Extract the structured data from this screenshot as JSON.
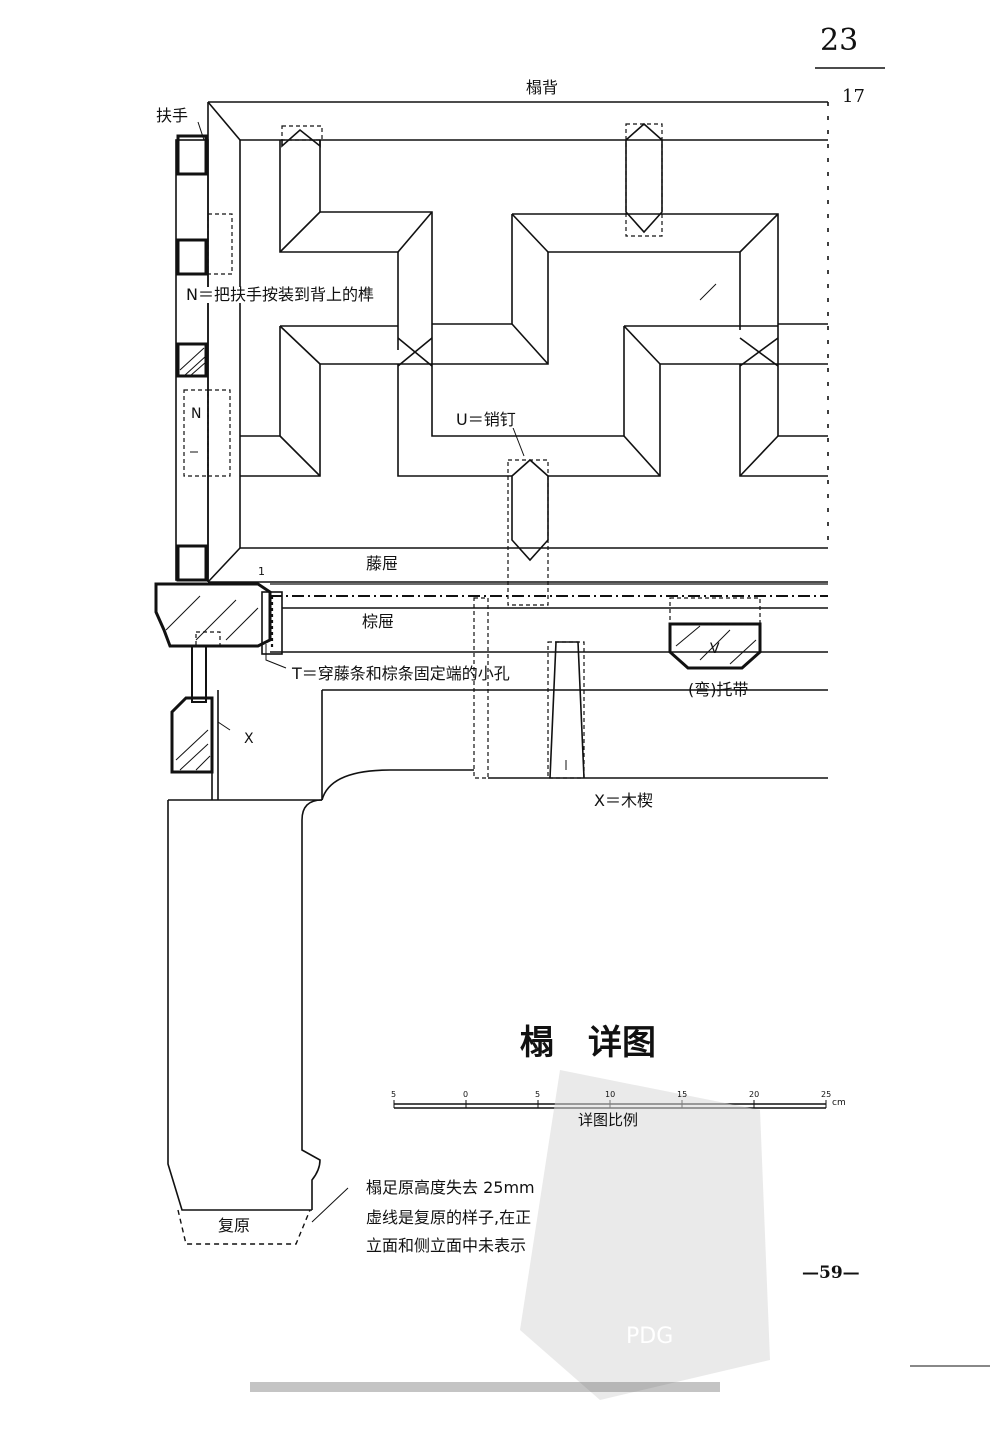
{
  "page": {
    "number_top": "23",
    "number_sub": "17",
    "page_footer": "—59—"
  },
  "labels": {
    "back": "榻背",
    "armrest": "扶手",
    "n_note": "N＝把扶手按装到背上的榫",
    "n_mark": "N",
    "u_note": "U＝销钉",
    "rattan": "藤屉",
    "palm": "棕屉",
    "t_mark": "1",
    "t_note": "T＝穿藤条和棕条固定端的小孔",
    "v_mark": "V",
    "brace": "(弯)托带",
    "x_mark": "X",
    "x_note": "X＝木楔",
    "restored": "复原",
    "leg_note_1": "榻足原高度失去 25mm",
    "leg_note_2": "虚线是复原的样子,在正",
    "leg_note_3": "立面和侧立面中未表示"
  },
  "title": {
    "main": "榻　详图"
  },
  "scale": {
    "ticks": [
      "5",
      "0",
      "5",
      "10",
      "15",
      "20",
      "25"
    ],
    "unit": "cm",
    "caption": "详图比例"
  },
  "watermark": {
    "text": "PDG"
  }
}
